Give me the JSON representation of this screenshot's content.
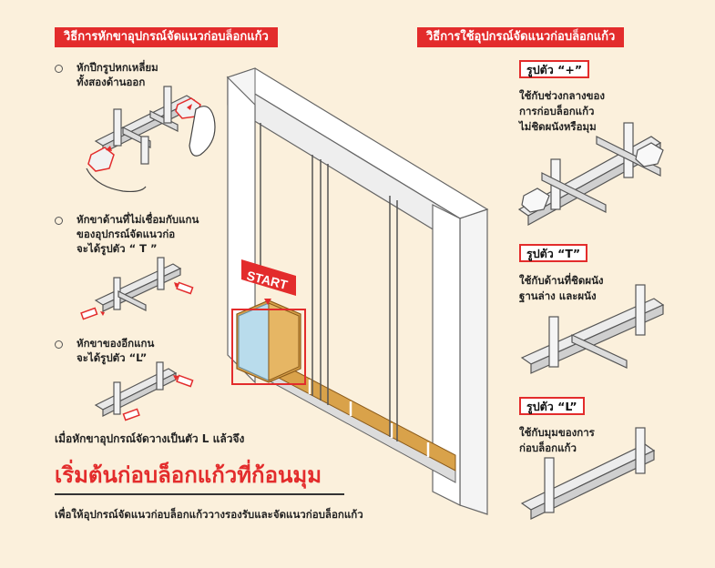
{
  "left_banner": "วิธีการหักขาอุปกรณ์จัดแนวก่อบล็อกแก้ว",
  "right_banner": "วิธีการใช้อุปกรณ์จัดแนวก่อบล็อกแก้ว",
  "steps": [
    {
      "line1": "หักปีกรูปหกเหลี่ยม",
      "line2": "ทั้งสองด้านออก"
    },
    {
      "line1": "หักขาด้านที่ไม่เชื่อมกับแกน",
      "line2": "ของอุปกรณ์จัดแนวก่อ",
      "line3": "จะได้รูปตัว “ T ”"
    },
    {
      "line1": "หักขาของอีกแกน",
      "line2": "จะได้รูปตัว “L”"
    }
  ],
  "note": "เมื่อหักขาอุปกรณ์จัดวางเป็นตัว L แล้วจึง",
  "headline": "เริ่มต้นก่อบล็อกแก้วที่ก้อนมุม",
  "footer": "เพื่อให้อุปกรณ์จัดแนวก่อบล็อกแก้ววางรองรับและจัดแนวก่อบล็อกแก้ว",
  "start_label": "START",
  "shapes": [
    {
      "label": "รูปตัว “+”",
      "desc1": "ใช้กับช่วงกลางของ",
      "desc2": "การก่อบล็อกแก้ว",
      "desc3": "ไม่ชิดผนังหรือมุม"
    },
    {
      "label": "รูปตัว “T”",
      "desc1": "ใช้กับด้านที่ชิดผนัง",
      "desc2": "ฐานล่าง และผนัง"
    },
    {
      "label": "รูปตัว “L”",
      "desc1": "ใช้กับมุมของการ",
      "desc2": "ก่อบล็อกแก้ว"
    }
  ],
  "colors": {
    "accent": "#e32c2c",
    "background": "#fbf0dc",
    "block": "#d9a24a",
    "glass": "#b9dcec"
  }
}
